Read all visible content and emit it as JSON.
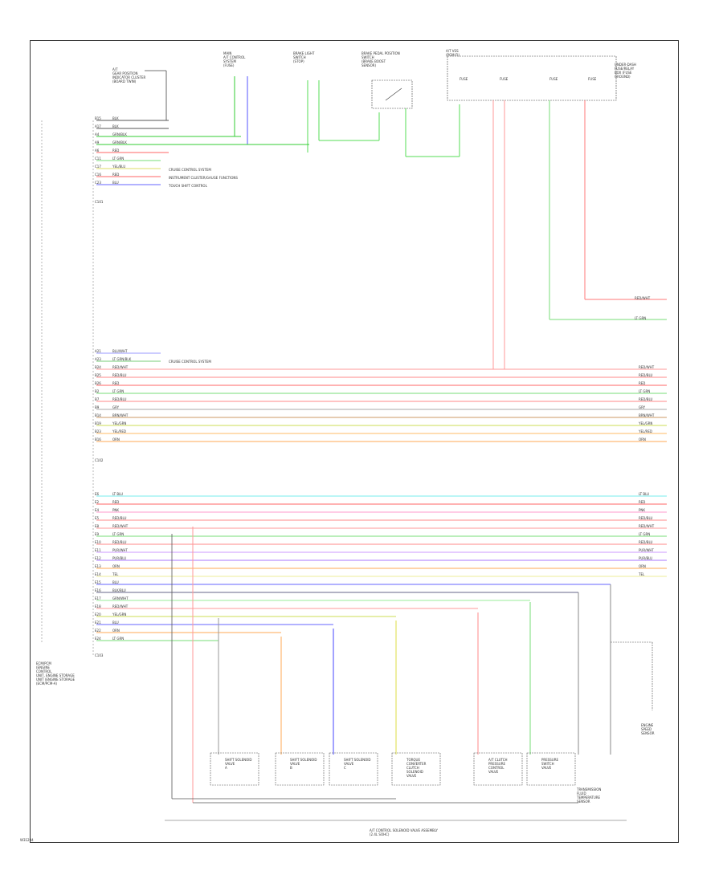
{
  "diagram": {
    "footer_code": "W31294",
    "tcm_label": [
      "ECM/PCM",
      "(ENGINE",
      "CONTROL",
      "UNIT, ENGINE STORAGE",
      "UNIT (ENGINE STORAGE",
      "(ECM/PCM-A)"
    ],
    "solenoid_assembly_label": [
      "A/T CONTROL SOLENOID VALVE ASSEMBLY",
      "(2.4L SOHC)"
    ],
    "top_labels": [
      {
        "id": "p1",
        "lines": [
          "A/T",
          "GEAR POSITION",
          "INDICATOR CLUSTER",
          "(BOARD TWIN)"
        ]
      },
      {
        "id": "p2",
        "lines": [
          "MAIN",
          "A/T CONTROL",
          "SYSTEM",
          "(FUSE)"
        ]
      },
      {
        "id": "p3",
        "lines": [
          "BRAKE LIGHT",
          "SWITCH",
          "(STOP)"
        ]
      },
      {
        "id": "p4",
        "lines": [
          "BRAKE PEDAL POSITION",
          "SWITCH",
          "(BRAKE BOOST",
          "SENSOR)"
        ]
      },
      {
        "id": "p5",
        "lines": [
          "A/T VSS",
          "(PGM-FI)"
        ]
      },
      {
        "id": "p6",
        "lines": [
          "UNDER-DASH",
          "FUSE/RELAY",
          "BOX (FUSE",
          "GROUND)"
        ]
      }
    ],
    "fuse_labels": [
      "FUSE",
      "FUSE",
      "FUSE",
      "FUSE"
    ],
    "note_labels": [
      "CRUISE CONTROL SYSTEM",
      "INSTRUMENT CLUSTER/GAUGE FUNCTIONS",
      "TOUCH SHIFT CONTROL"
    ],
    "cruise_label": "CRUISE CONTROL SYSTEM",
    "sensor_bottom": [
      "SHIFT",
      "SOLENOID",
      "VALVE"
    ],
    "transmission_label": [
      "TRANSMISSION",
      "FLUID",
      "TEMPERATURE",
      "SENSOR"
    ],
    "speed_sensor_label": [
      "ENGINE",
      "SPEED",
      "SENSOR"
    ],
    "solenoid_boxes": [
      {
        "lines": [
          "SHIFT SOLENOID",
          "VALVE",
          "A"
        ]
      },
      {
        "lines": [
          "SHIFT SOLENOID",
          "VALVE",
          "B"
        ]
      },
      {
        "lines": [
          "SHIFT SOLENOID",
          "VALVE",
          "C"
        ]
      },
      {
        "lines": [
          "TORQUE",
          "CONVERTER",
          "CLUTCH",
          "SOLENOID",
          "VALVE"
        ]
      },
      {
        "lines": [
          "A/T CLUTCH",
          "PRESSURE",
          "CONTROL",
          "VALVE"
        ]
      },
      {
        "lines": [
          "PRESSURE",
          "SWITCH",
          "VALVE"
        ]
      }
    ],
    "group1_wires": [
      {
        "pin": "B15",
        "color": "BLK"
      },
      {
        "pin": "A17",
        "color": "BLK"
      },
      {
        "pin": "A4",
        "color": "GRN/BLK"
      },
      {
        "pin": "A9",
        "color": "GRN/BLK"
      },
      {
        "pin": "A6",
        "color": "RED"
      },
      {
        "pin": "C11",
        "color": "LT GRN"
      },
      {
        "pin": "C17",
        "color": "YEL/BLU"
      },
      {
        "pin": "C16",
        "color": "RED"
      },
      {
        "pin": "C23",
        "color": "BLU"
      }
    ],
    "group2_wires": [
      {
        "pin": "A21",
        "color": "BLU/WHT"
      },
      {
        "pin": "A23",
        "color": "LT GRN/BLK"
      },
      {
        "pin": "B24",
        "color": "RED/WHT"
      },
      {
        "pin": "B25",
        "color": "RED/BLU"
      },
      {
        "pin": "B26",
        "color": "RED"
      },
      {
        "pin": "B2",
        "color": "LT GRN"
      },
      {
        "pin": "B7",
        "color": "RED/BLU"
      },
      {
        "pin": "B9",
        "color": "GRY"
      },
      {
        "pin": "B14",
        "color": "BRN/WHT"
      },
      {
        "pin": "B19",
        "color": "YEL/GRN"
      },
      {
        "pin": "B23",
        "color": "YEL/RED"
      },
      {
        "pin": "B16",
        "color": "ORN"
      }
    ],
    "group3_wires": [
      {
        "pin": "E6",
        "color": "LT BLU"
      },
      {
        "pin": "E2",
        "color": "RED"
      },
      {
        "pin": "E4",
        "color": "PNK"
      },
      {
        "pin": "E5",
        "color": "RED/BLU"
      },
      {
        "pin": "E8",
        "color": "RED/WHT"
      },
      {
        "pin": "E9",
        "color": "LT GRN"
      },
      {
        "pin": "E10",
        "color": "RED/BLU"
      },
      {
        "pin": "E11",
        "color": "PUR/WHT"
      },
      {
        "pin": "E12",
        "color": "PUR/BLU"
      },
      {
        "pin": "E13",
        "color": "ORN"
      },
      {
        "pin": "E14",
        "color": "TEL"
      },
      {
        "pin": "E15",
        "color": "BLU"
      },
      {
        "pin": "E16",
        "color": "BLK/BLU"
      },
      {
        "pin": "E17",
        "color": "GRN/WHT"
      },
      {
        "pin": "E18",
        "color": "RED/WHT"
      },
      {
        "pin": "E20",
        "color": "YEL/GRN"
      },
      {
        "pin": "E21",
        "color": "BLU"
      },
      {
        "pin": "E22",
        "color": "ORN"
      },
      {
        "pin": "E24",
        "color": "LT GRN"
      }
    ],
    "connector_ids": [
      "C101",
      "C102",
      "C103"
    ],
    "right_labels": [
      "RED/WHT",
      "LT GRN"
    ]
  }
}
